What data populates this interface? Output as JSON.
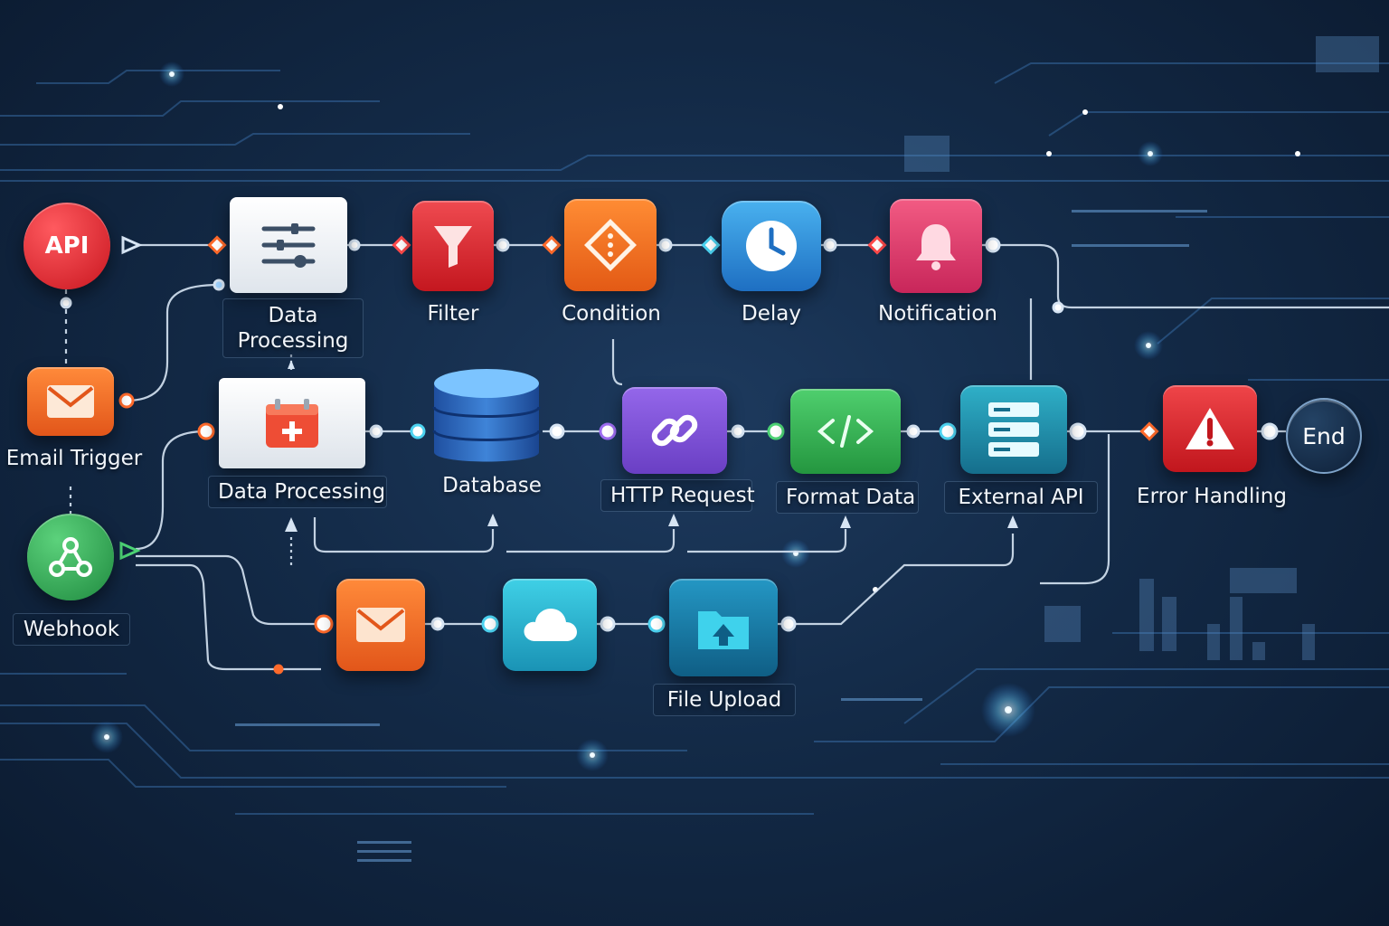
{
  "colors": {
    "api": "#d6252e",
    "email": "#f16a1c",
    "webhook": "#2e9e4f",
    "filter": "#dc2b32",
    "condition": "#f2711d",
    "delay": "#2f8fdc",
    "notification": "#e63d6b",
    "database": "#2d6bbf",
    "http": "#7a4fd4",
    "format": "#34b356",
    "external": "#1f93b0",
    "error": "#d9262e",
    "end": "#142a45",
    "cloud": "#25b4cf",
    "file": "#1a7fa5",
    "line": "#cfe0f2",
    "port_orange": "#ff6a2b",
    "port_cyan": "#4cd2f0"
  },
  "nodes": {
    "api": {
      "text": "API",
      "icon": "api-badge"
    },
    "email_trigger": {
      "label": "Email Trigger",
      "icon": "envelope-icon"
    },
    "webhook": {
      "label": "Webhook",
      "icon": "webhook-icon"
    },
    "data_processing_top": {
      "label_line1": "Data",
      "label_line2": "Processing",
      "icon": "sliders-icon"
    },
    "filter": {
      "label": "Filter",
      "icon": "funnel-icon"
    },
    "condition": {
      "label": "Condition",
      "icon": "branch-icon"
    },
    "delay": {
      "label": "Delay",
      "icon": "clock-icon"
    },
    "notification": {
      "label": "Notification",
      "icon": "bell-icon"
    },
    "data_processing_mid": {
      "label": "Data Processing",
      "icon": "calendar-plus-icon"
    },
    "database": {
      "label": "Database",
      "icon": "database-icon"
    },
    "http_request": {
      "label": "HTTP Request",
      "icon": "link-icon"
    },
    "format_data": {
      "label": "Format Data",
      "icon": "code-icon"
    },
    "external_api": {
      "label": "External API",
      "icon": "server-icon"
    },
    "error_handling": {
      "label": "Error Handling",
      "icon": "warning-icon"
    },
    "end": {
      "text": "End",
      "icon": "end-badge"
    },
    "email_bottom": {
      "icon": "envelope-icon"
    },
    "cloud": {
      "icon": "cloud-icon"
    },
    "file_upload": {
      "label": "File Upload",
      "icon": "folder-upload-icon"
    }
  }
}
